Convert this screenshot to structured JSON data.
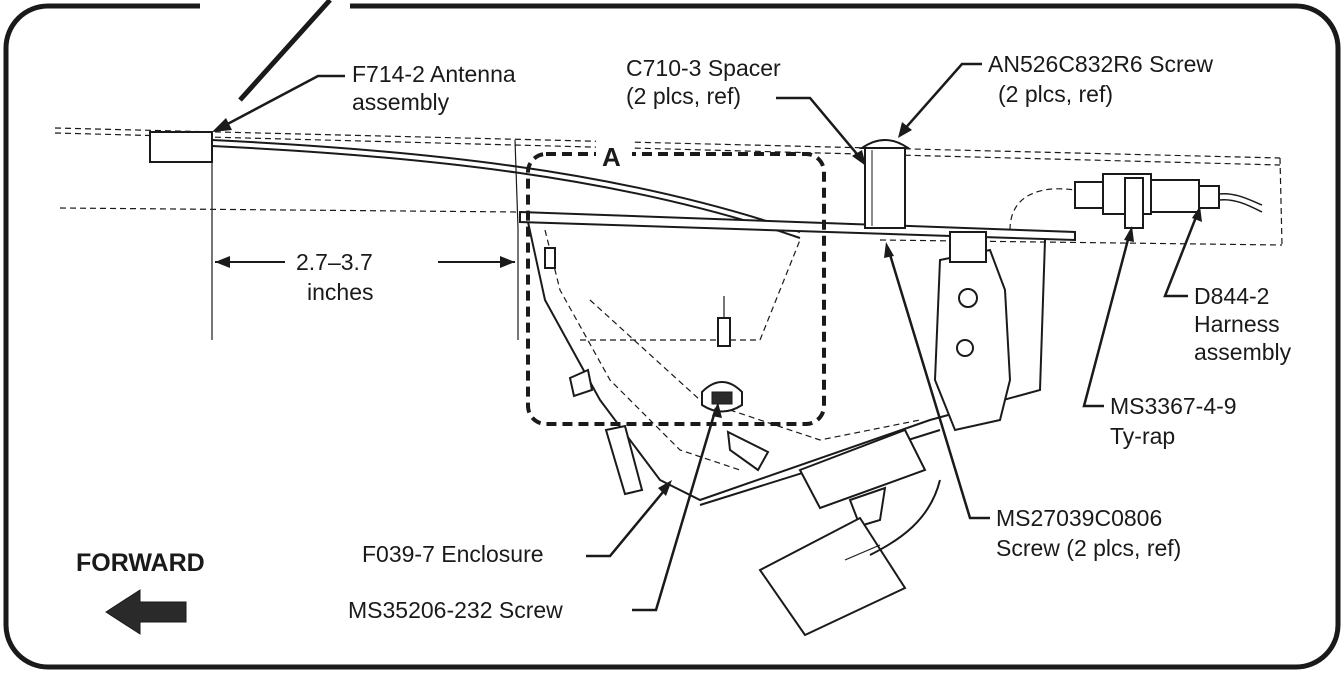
{
  "callouts": {
    "antenna_line1": "F714-2 Antenna",
    "antenna_line2": "assembly",
    "spacer_line1": "C710-3 Spacer",
    "spacer_line2": "(2 plcs, ref)",
    "an_screw_line1": "AN526C832R6 Screw",
    "an_screw_line2": "(2 plcs, ref)",
    "dimension_line1": "2.7–3.7",
    "dimension_line2": "inches",
    "harness_line1": "D844-2",
    "harness_line2": "Harness",
    "harness_line3": "assembly",
    "tyrap_line1": "MS3367-4-9",
    "tyrap_line2": "Ty-rap",
    "ms27039_line1": "MS27039C0806",
    "ms27039_line2": "Screw (2 plcs, ref)",
    "enclosure": "F039-7 Enclosure",
    "ms35206": "MS35206-232 Screw",
    "detail_letter": "A",
    "forward": "FORWARD"
  },
  "icons": {
    "forward_arrow": "left-arrow-icon"
  }
}
